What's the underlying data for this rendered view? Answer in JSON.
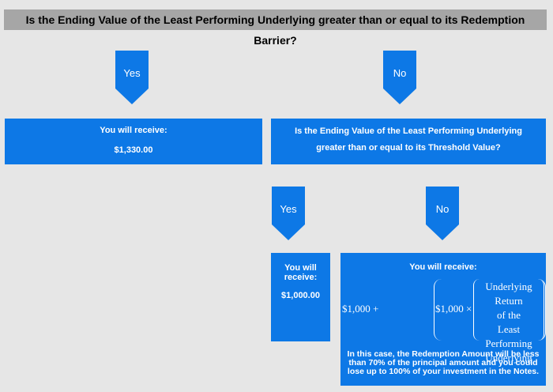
{
  "question1": "Is the Ending Value of the Least Performing Underlying greater than or equal to its Redemption Barrier?",
  "arrows": {
    "yes": "Yes",
    "no": "No"
  },
  "box_yes1": {
    "line1": "You will receive:",
    "amount": "$1,330.00"
  },
  "question2": {
    "line1": "Is the Ending Value of the Least Performing Underlying",
    "line2": "greater than or equal to its Threshold Value?"
  },
  "box_yes2": {
    "line1": "You will",
    "line2": "receive:",
    "amount": "$1,000.00"
  },
  "box_no2": {
    "line1": "You will receive:",
    "formula": {
      "left": "$1,000 +",
      "inner": "$1,000 ×",
      "frac": [
        "Underlying Return",
        "of the",
        "Least Performing",
        "Underlying"
      ]
    },
    "note": "In this case, the Redemption Amount will be less than 70% of the principal amount and you could lose up to 100% of your investment in the Notes."
  }
}
